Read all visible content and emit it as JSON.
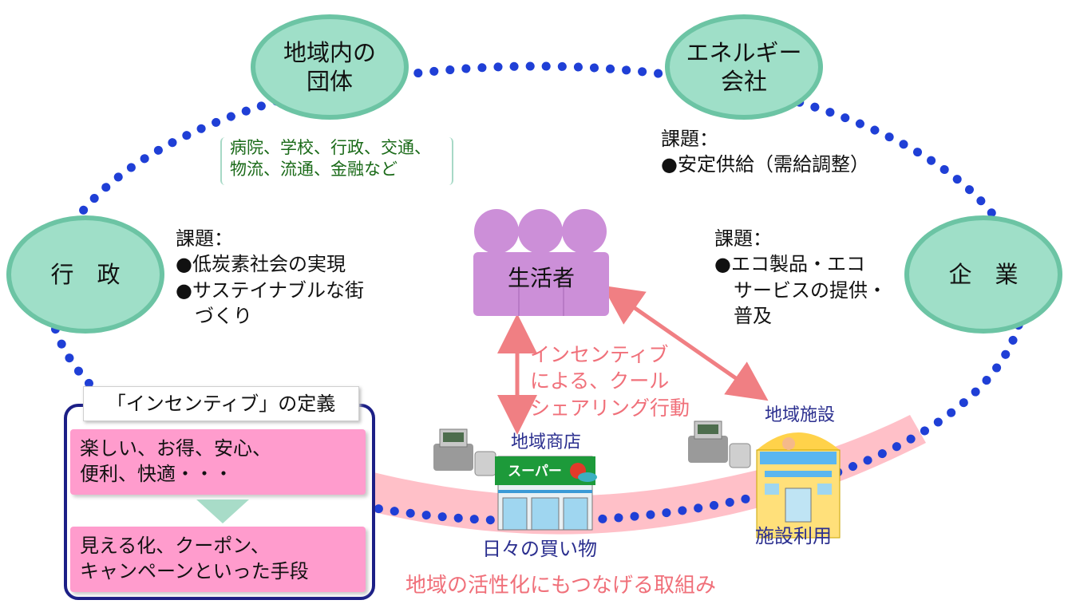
{
  "nodes": {
    "community": "地域内の\n団体",
    "energy": "エネルギー\n会社",
    "government": "行　政",
    "enterprise": "企　業"
  },
  "community_list": [
    "病院、学校、行政、交通、",
    "物流、流通、金融など"
  ],
  "energy_issues": {
    "heading": "課題：",
    "items": [
      "●安定供給（需給調整）"
    ]
  },
  "government_issues": {
    "heading": "課題：",
    "items": [
      "●低炭素社会の実現",
      "●サステイナブルな街",
      "　づくり"
    ]
  },
  "enterprise_issues": {
    "heading": "課題：",
    "items": [
      "●エコ製品・エコ",
      "　サービスの提供・",
      "　普及"
    ]
  },
  "consumer_label": "生活者",
  "incentive_action": [
    "インセンティブ",
    "による、クール",
    "シェアリング行動"
  ],
  "local_store": {
    "label": "地域商店",
    "sign": "スーパー",
    "caption": "日々の買い物"
  },
  "local_facility": {
    "label": "地域施設",
    "caption": "施設利用"
  },
  "definition": {
    "title": "「インセンティブ」の定義",
    "box1": [
      "楽しい、お得、安心、",
      "便利、快適・・・"
    ],
    "box2": [
      "見える化、クーポン、",
      "キャンペーンといった手段"
    ]
  },
  "bottom_caption": "地域の活性化にもつなげる取組み",
  "colors": {
    "node_fill": "#9fdfc8",
    "node_border": "#6cc4a4",
    "dots": "#1f3fd6",
    "arrow": "#f07f83",
    "consumer": "#cc8fd8",
    "band": "#ffc0c8",
    "pink_box": "#ff9ccd",
    "panel_border": "#1c1f86"
  }
}
